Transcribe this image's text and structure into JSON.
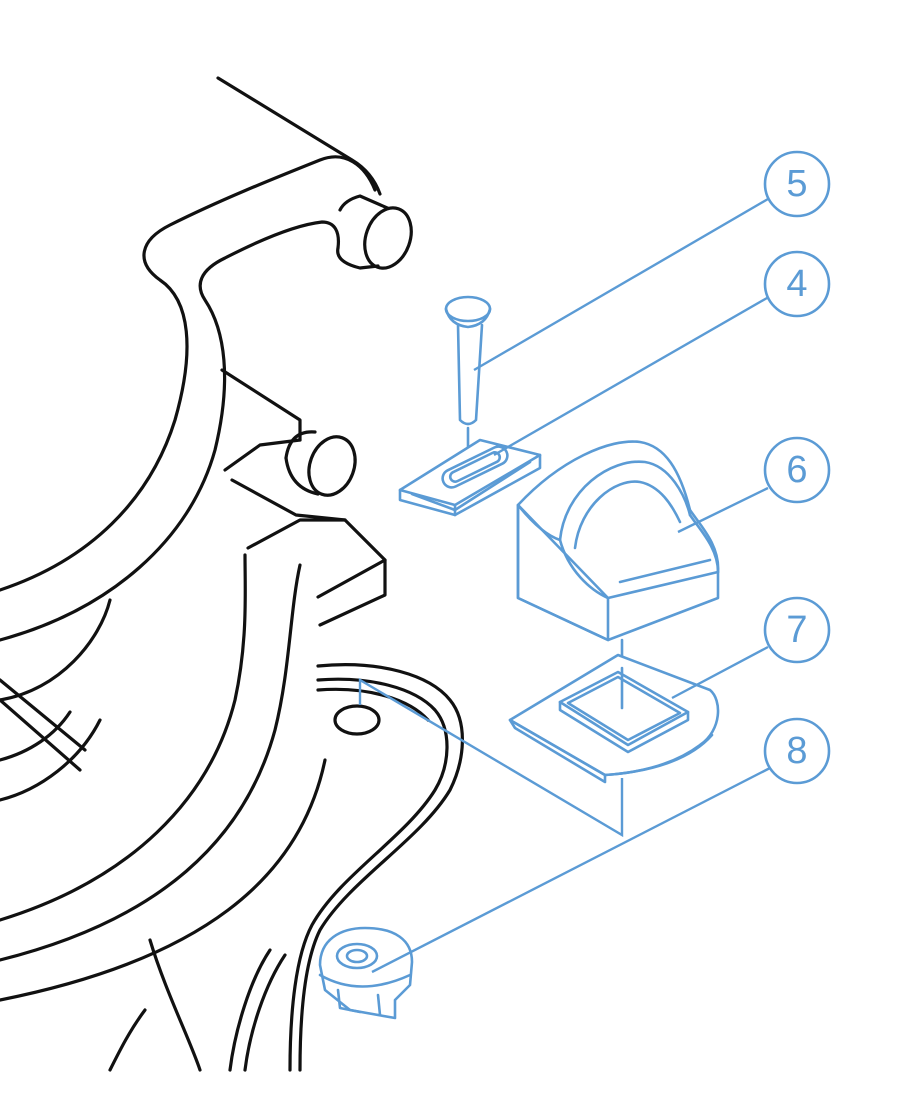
{
  "colors": {
    "line_art": "#111111",
    "exploded_parts": "#5b9bd5",
    "background": "#ffffff"
  },
  "callouts": [
    {
      "id": "5",
      "label": "5"
    },
    {
      "id": "4",
      "label": "4"
    },
    {
      "id": "6",
      "label": "6"
    },
    {
      "id": "7",
      "label": "7"
    },
    {
      "id": "8",
      "label": "8"
    }
  ]
}
